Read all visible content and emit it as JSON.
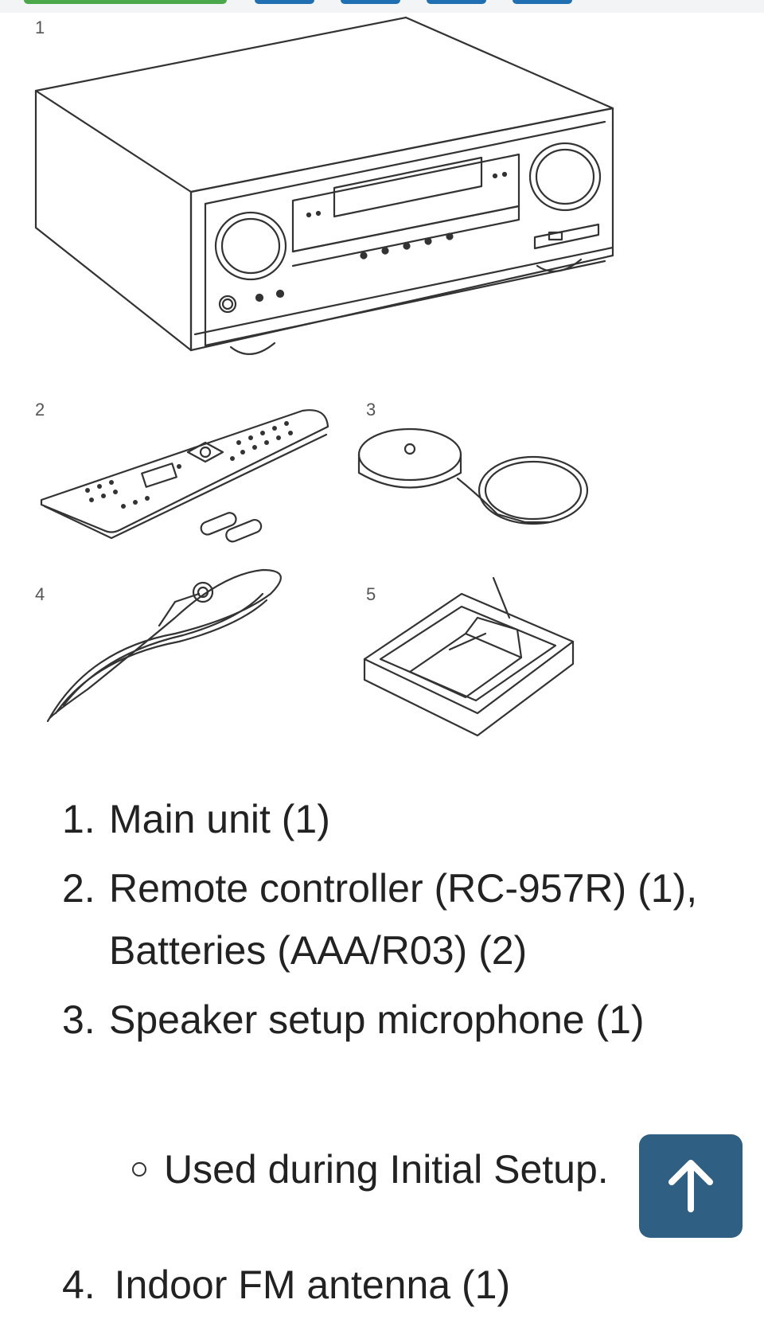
{
  "figure": {
    "labels": [
      "1",
      "2",
      "3",
      "4",
      "5"
    ]
  },
  "contents": [
    {
      "num": "1.",
      "text": "Main unit (1)"
    },
    {
      "num": "2.",
      "text": "Remote controller (RC-957R) (1), Batteries (AAA/R03) (2)"
    },
    {
      "num": "3.",
      "text": "Speaker setup microphone (1)"
    }
  ],
  "note": {
    "text": "Used during Initial Setup."
  },
  "item4": {
    "num": "4.",
    "text": "Indoor FM antenna (1)"
  },
  "back_to_top": {
    "icon": "arrow-up-icon"
  },
  "colors": {
    "accent": "#2f5f83",
    "top_tab_green": "#4aa84a",
    "top_tab_blue": "#1f6fb2"
  }
}
